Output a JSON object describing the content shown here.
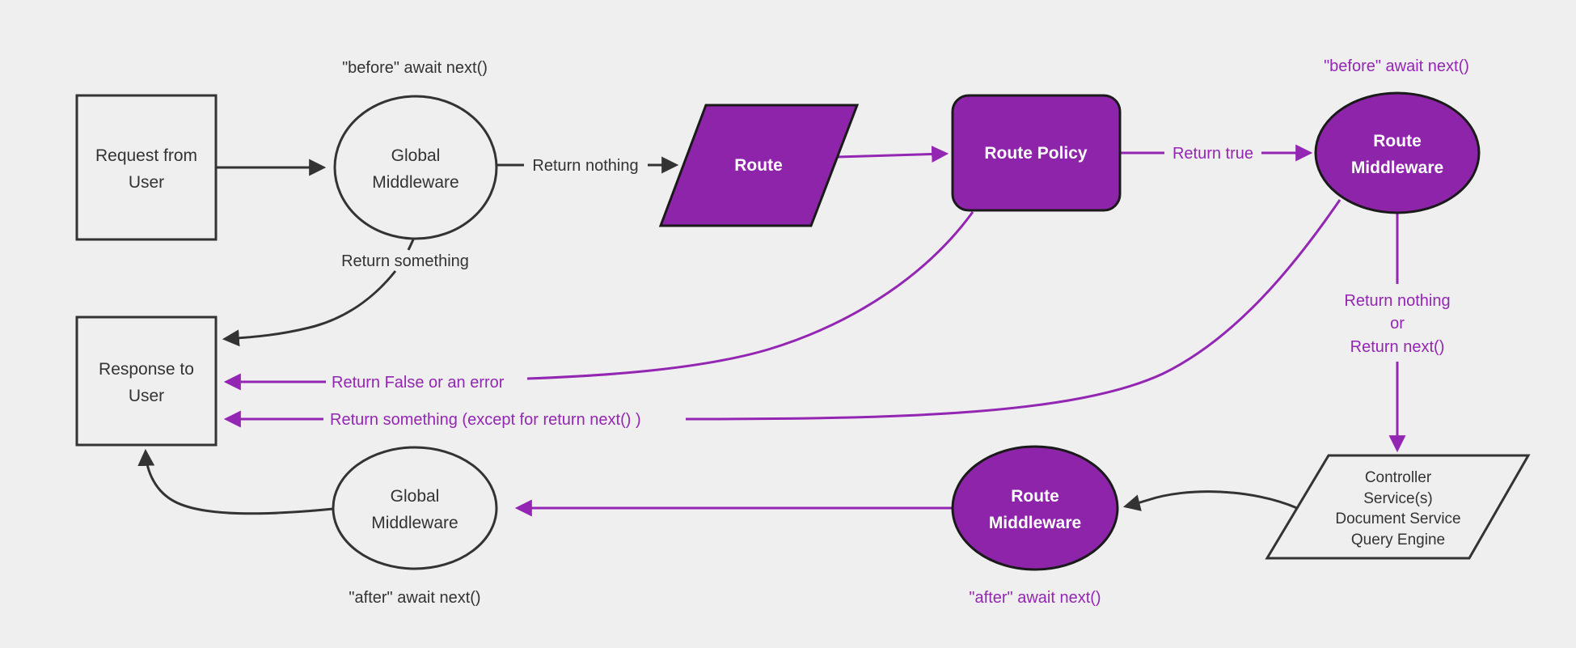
{
  "diagram": {
    "background_color": "#efefef",
    "colors": {
      "purple_fill": "#8e24aa",
      "purple_line_text": "#9326b2",
      "dark_line_text": "#333333",
      "shape_border_dark": "#1a1a1a",
      "white_text": "#ffffff"
    },
    "nodes": {
      "request": {
        "line1": "Request from",
        "line2": "User"
      },
      "global_middleware_top": {
        "line1": "Global",
        "line2": "Middleware"
      },
      "route": {
        "label": "Route"
      },
      "route_policy": {
        "label": "Route Policy"
      },
      "route_middleware_top": {
        "line1": "Route",
        "line2": "Middleware"
      },
      "controller": {
        "line1": "Controller",
        "line2": "Service(s)",
        "line3": "Document Service",
        "line4": "Query Engine"
      },
      "route_middleware_bottom": {
        "line1": "Route",
        "line2": "Middleware"
      },
      "global_middleware_bottom": {
        "line1": "Global",
        "line2": "Middleware"
      },
      "response": {
        "line1": "Response to",
        "line2": "User"
      }
    },
    "labels": {
      "before_await_top_left": "\"before\" await next()",
      "before_await_top_right": "\"before\" await next()",
      "return_nothing": "Return nothing",
      "return_true": "Return true",
      "return_block_line1": "Return nothing",
      "return_block_line2": "or",
      "return_block_line3": "Return next()",
      "return_something": "Return something",
      "return_false": "Return False or an error",
      "return_something_except": "Return something (except for return next() )",
      "after_await_bottom_left": "\"after\" await next()",
      "after_await_bottom_right": "\"after\" await next()"
    }
  }
}
